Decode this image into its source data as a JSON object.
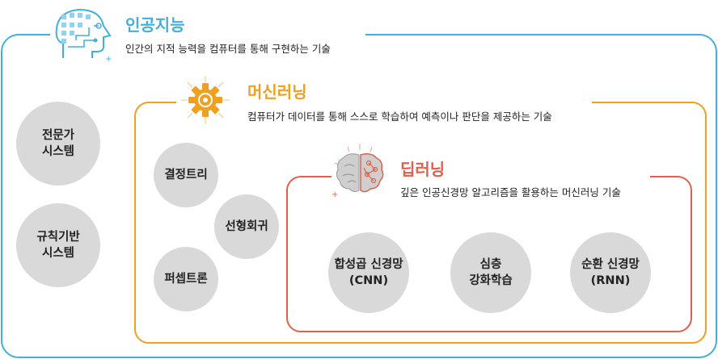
{
  "ai": {
    "title": "인공지능",
    "description": "인간의 지적 능력을 컴퓨터를 통해 구현하는 기술",
    "color": "#3fb0e0",
    "icon": "head-circuit-icon",
    "items": [
      "전문가\n시스템",
      "규칙기반\n시스템"
    ]
  },
  "ml": {
    "title": "머신러닝",
    "description": "컴퓨터가 데이터를 통해 스스로 학습하여 예측이나 판단을 제공하는 기술",
    "color": "#f0a020",
    "icon": "gear-icon",
    "items": [
      "결정트리",
      "선형회귀",
      "퍼셉트론"
    ]
  },
  "dl": {
    "title": "딥러닝",
    "description": "깊은 인공신경망 알고리즘을 활용하는 머신러닝 기술",
    "color": "#e2604a",
    "icon": "brain-icon",
    "items": [
      "합성곱 신경망\n(CNN)",
      "심층\n강화학습",
      "순환 신경망\n(RNN)"
    ]
  }
}
